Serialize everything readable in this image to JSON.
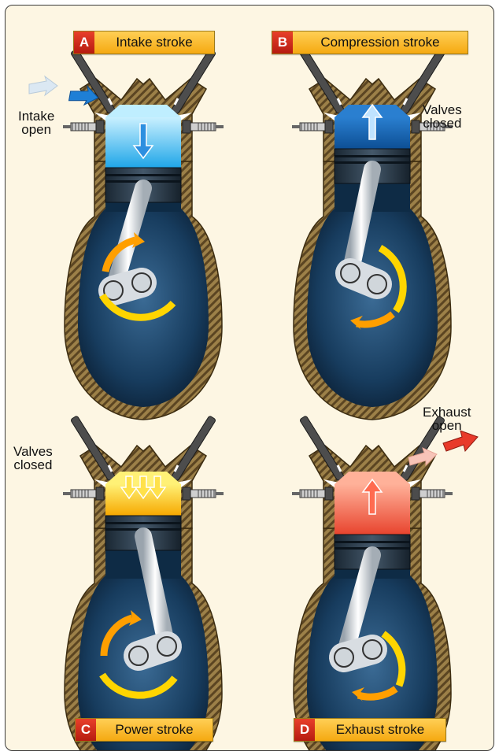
{
  "panels": {
    "a": {
      "letter": "A",
      "title": "Intake stroke",
      "label_line1": "Intake",
      "label_line2": "open",
      "chamber_color": "#30b4ee"
    },
    "b": {
      "letter": "B",
      "title": "Compression stroke",
      "label_line1": "Valves",
      "label_line2": "closed",
      "chamber_color": "#1565b0"
    },
    "c": {
      "letter": "C",
      "title": "Power stroke",
      "label_line1": "Valves",
      "label_line2": "closed",
      "chamber_color": "#ffc21f"
    },
    "d": {
      "letter": "D",
      "title": "Exhaust stroke",
      "label_line1": "Exhaust",
      "label_line2": "open",
      "chamber_color": "#f0604a"
    }
  },
  "colors": {
    "background": "#fdf6e3",
    "cylinder_wall": "#7a5f2c",
    "crankcase": "#12324f",
    "rotation_arrow": "#ffd500",
    "tag_letter": "#d22a1a",
    "tag_text_bg": "#fbbc29"
  },
  "icons": [
    "spark-plug-icon",
    "valve-icon",
    "piston-icon",
    "connecting-rod-icon",
    "crank-arrow-icon",
    "flow-arrow-icon"
  ]
}
